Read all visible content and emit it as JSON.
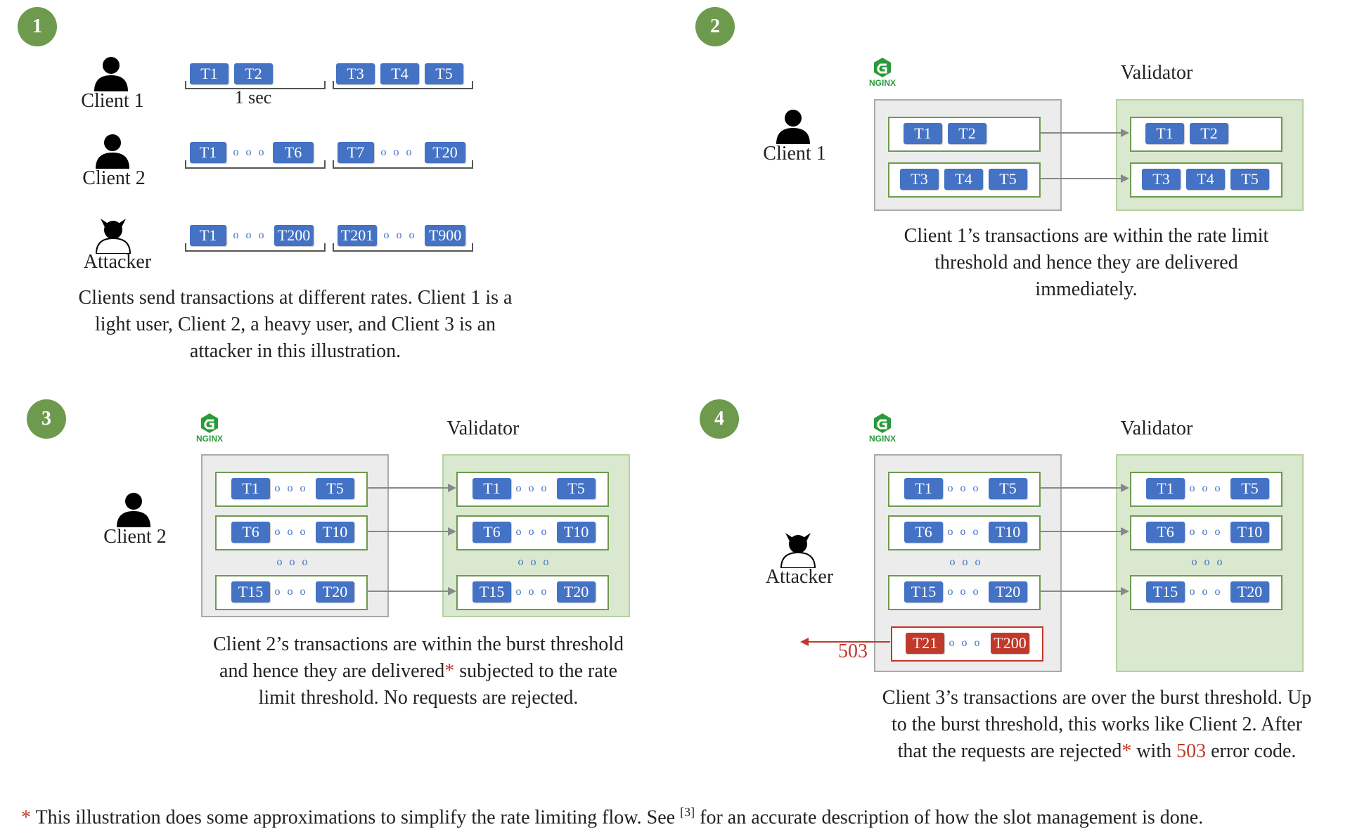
{
  "panels": {
    "p1": {
      "badge": "1",
      "client1": {
        "label": "Client 1",
        "row1": [
          "T1",
          "T2"
        ],
        "row2": [
          "T3",
          "T4",
          "T5"
        ],
        "interval": "1 sec"
      },
      "client2": {
        "label": "Client 2",
        "g1": [
          "T1",
          "T6"
        ],
        "g2": [
          "T7",
          "T20"
        ]
      },
      "attacker": {
        "label": "Attacker",
        "g1": [
          "T1",
          "T200"
        ],
        "g2": [
          "T201",
          "T900"
        ]
      },
      "dots": "o o o",
      "caption_lines": [
        "Clients send transactions at different rates. Client 1 is a",
        "light user, Client 2, a heavy user, and Client 3 is an",
        "attacker in this illustration."
      ]
    },
    "p2": {
      "badge": "2",
      "client_label": "Client 1",
      "validator_label": "Validator",
      "nginx_text": "NGINX",
      "rows": [
        [
          "T1",
          "T2"
        ],
        [
          "T3",
          "T4",
          "T5"
        ]
      ],
      "caption_lines": [
        "Client 1’s transactions are within the rate limit",
        "threshold and hence they are delivered",
        "immediately."
      ]
    },
    "p3": {
      "badge": "3",
      "client_label": "Client 2",
      "validator_label": "Validator",
      "nginx_text": "NGINX",
      "rows": [
        [
          "T1",
          "T5"
        ],
        [
          "T6",
          "T10"
        ],
        [
          "T15",
          "T20"
        ]
      ],
      "dots": "o o o",
      "vdots": "o o o",
      "caption_lines": [
        "Client 2’s transactions are within the burst threshold",
        "and hence they are delivered",
        " subjected to the rate",
        "limit threshold. No requests are rejected."
      ],
      "asterisk": "*"
    },
    "p4": {
      "badge": "4",
      "client_label": "Attacker",
      "validator_label": "Validator",
      "nginx_text": "NGINX",
      "rows": [
        [
          "T1",
          "T5"
        ],
        [
          "T6",
          "T10"
        ],
        [
          "T15",
          "T20"
        ]
      ],
      "rejected_row": [
        "T21",
        "T200"
      ],
      "error_code": "503",
      "dots": "o o o",
      "vdots": "o o o",
      "caption_lines": [
        "Client 3’s transactions are over the burst threshold. Up",
        "to the burst threshold, this works like Client 2. After",
        "that the requests are rejected",
        " with ",
        " error code."
      ],
      "asterisk": "*"
    }
  },
  "footnote": {
    "asterisk": "*",
    "text_before": " This illustration does some approximations to simplify the rate limiting flow. See ",
    "ref": "[3]",
    "text_after": " for an accurate description of how the slot management is done."
  },
  "colors": {
    "badge": "#6e9a4e",
    "token": "#4472c4",
    "token_rejected": "#c0392b",
    "nginx_box": "#ececec",
    "validator_box": "#d9e8cf"
  }
}
